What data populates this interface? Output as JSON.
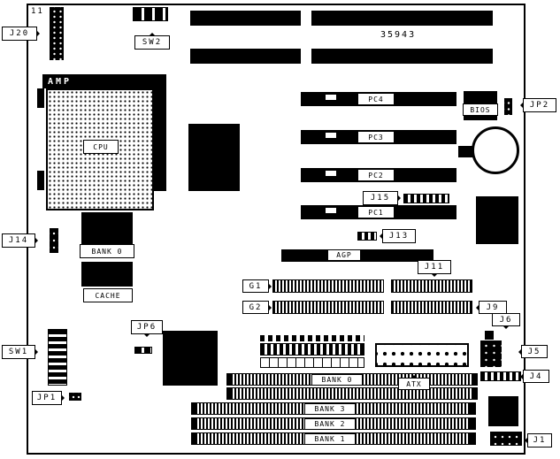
{
  "board": {
    "corner_text": "11",
    "part_number": "35943"
  },
  "callouts": {
    "j20": "J20",
    "sw2": "SW2",
    "jp2": "JP2",
    "j15": "J15",
    "j13": "J13",
    "j14": "J14",
    "j11": "J11",
    "j9": "J9",
    "j6": "J6",
    "j5": "J5",
    "j4": "J4",
    "j1": "J1",
    "sw1": "SW1",
    "jp6": "JP6",
    "jp1": "JP1",
    "g1": "G1",
    "g2": "G2"
  },
  "labels": {
    "amp": "AMP",
    "cpu": "CPU",
    "bios": "BIOS",
    "bank0_cache": "BANK 0",
    "cache": "CACHE",
    "pc4": "PC4",
    "pc3": "PC3",
    "pc2": "PC2",
    "pc1": "PC1",
    "agp": "AGP",
    "atx": "ATX",
    "bank0": "BANK 0",
    "bank3": "BANK 3",
    "bank2": "BANK 2",
    "bank1": "BANK 1"
  },
  "colors": {
    "ink": "#000000",
    "paper": "#ffffff"
  }
}
